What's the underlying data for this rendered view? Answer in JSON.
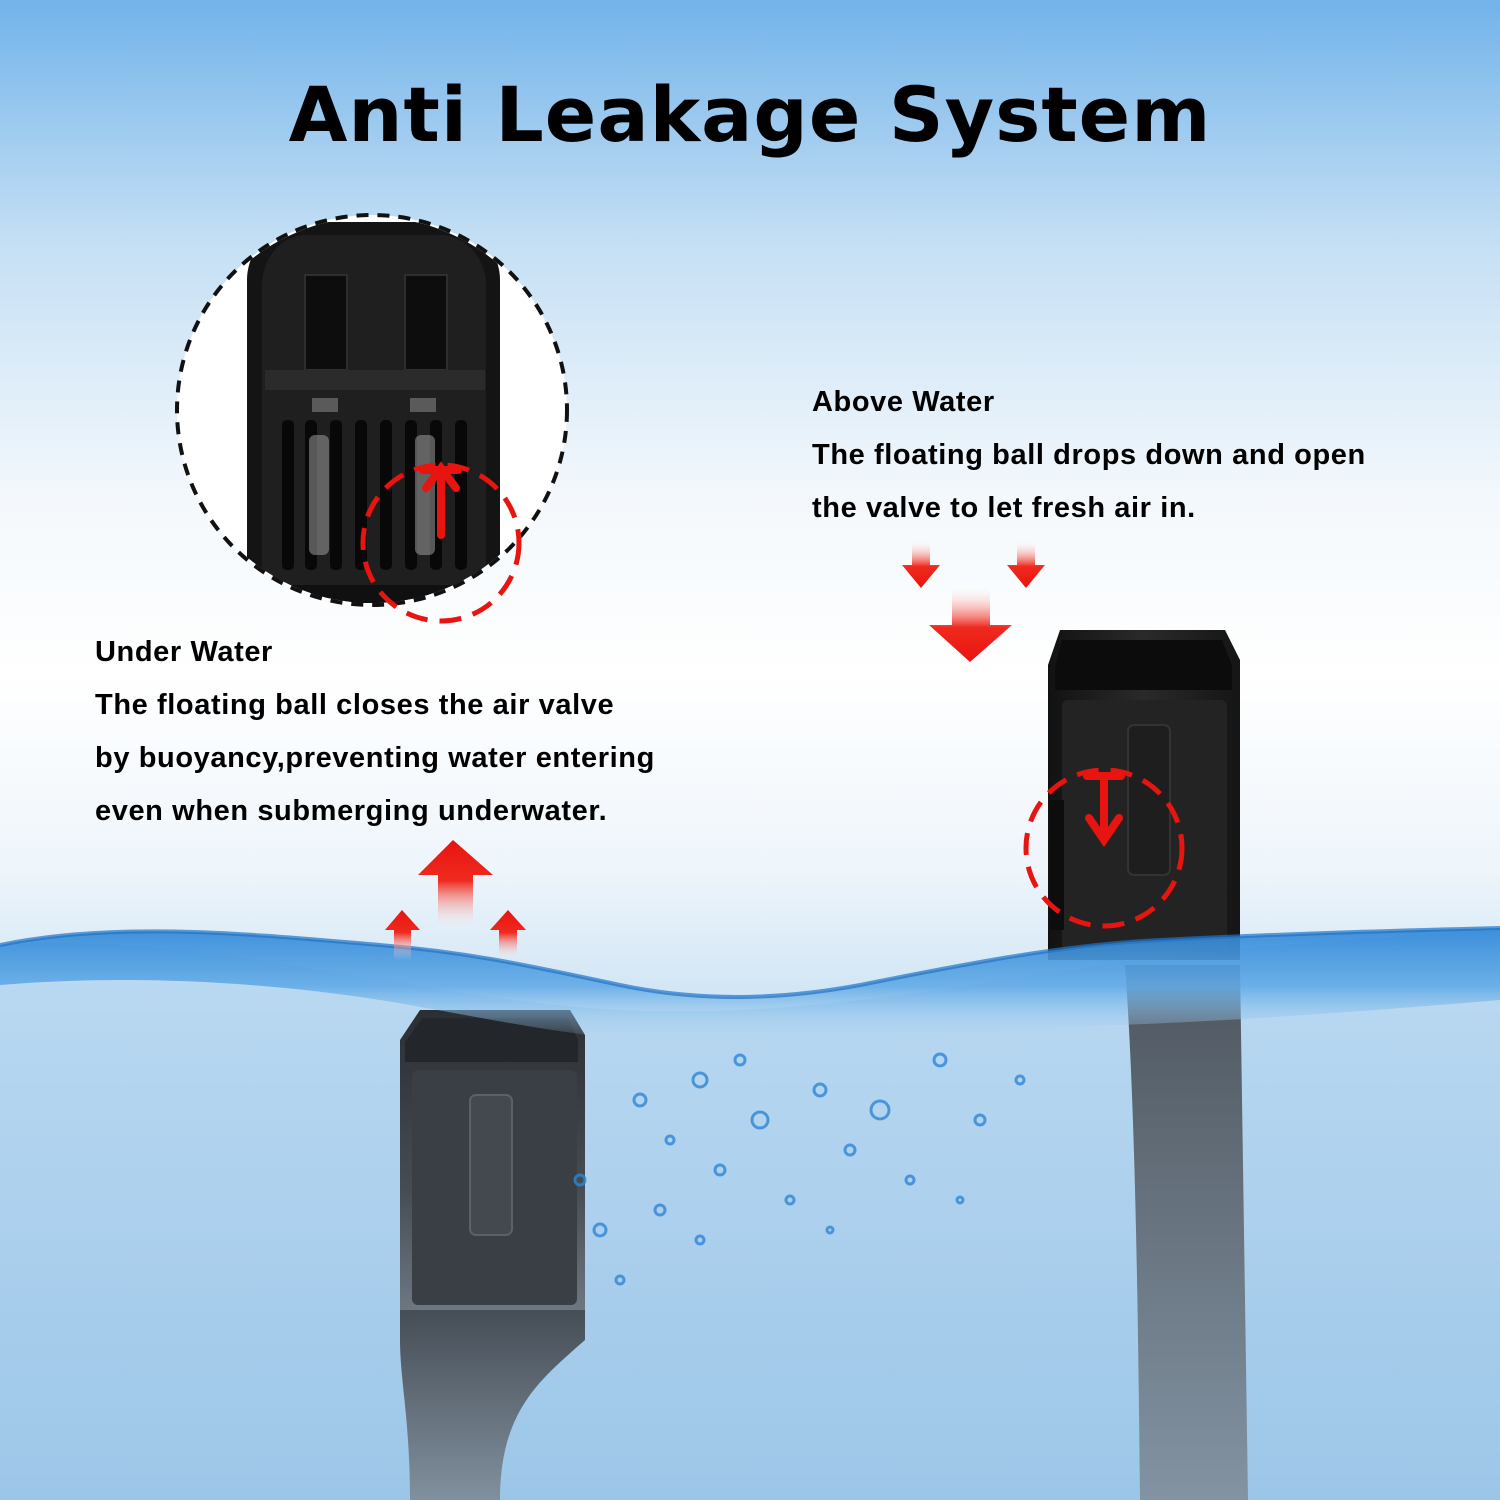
{
  "title": "Anti Leakage System",
  "under_water": {
    "heading": "Under Water",
    "lines": [
      "The floating ball closes the air valve",
      "by buoyancy,preventing water entering",
      "even when submerging underwater."
    ]
  },
  "above_water": {
    "heading": "Above Water",
    "lines": [
      "The floating ball drops down and open",
      "the valve to let fresh air in."
    ]
  },
  "colors": {
    "accent_red": "#e8140f",
    "device_black": "#1a1a1a",
    "water_blue": "#2f86d6",
    "text": "#000000"
  },
  "icons": [
    "arrow-up-icon",
    "arrow-down-icon",
    "dashed-circle-marker"
  ]
}
